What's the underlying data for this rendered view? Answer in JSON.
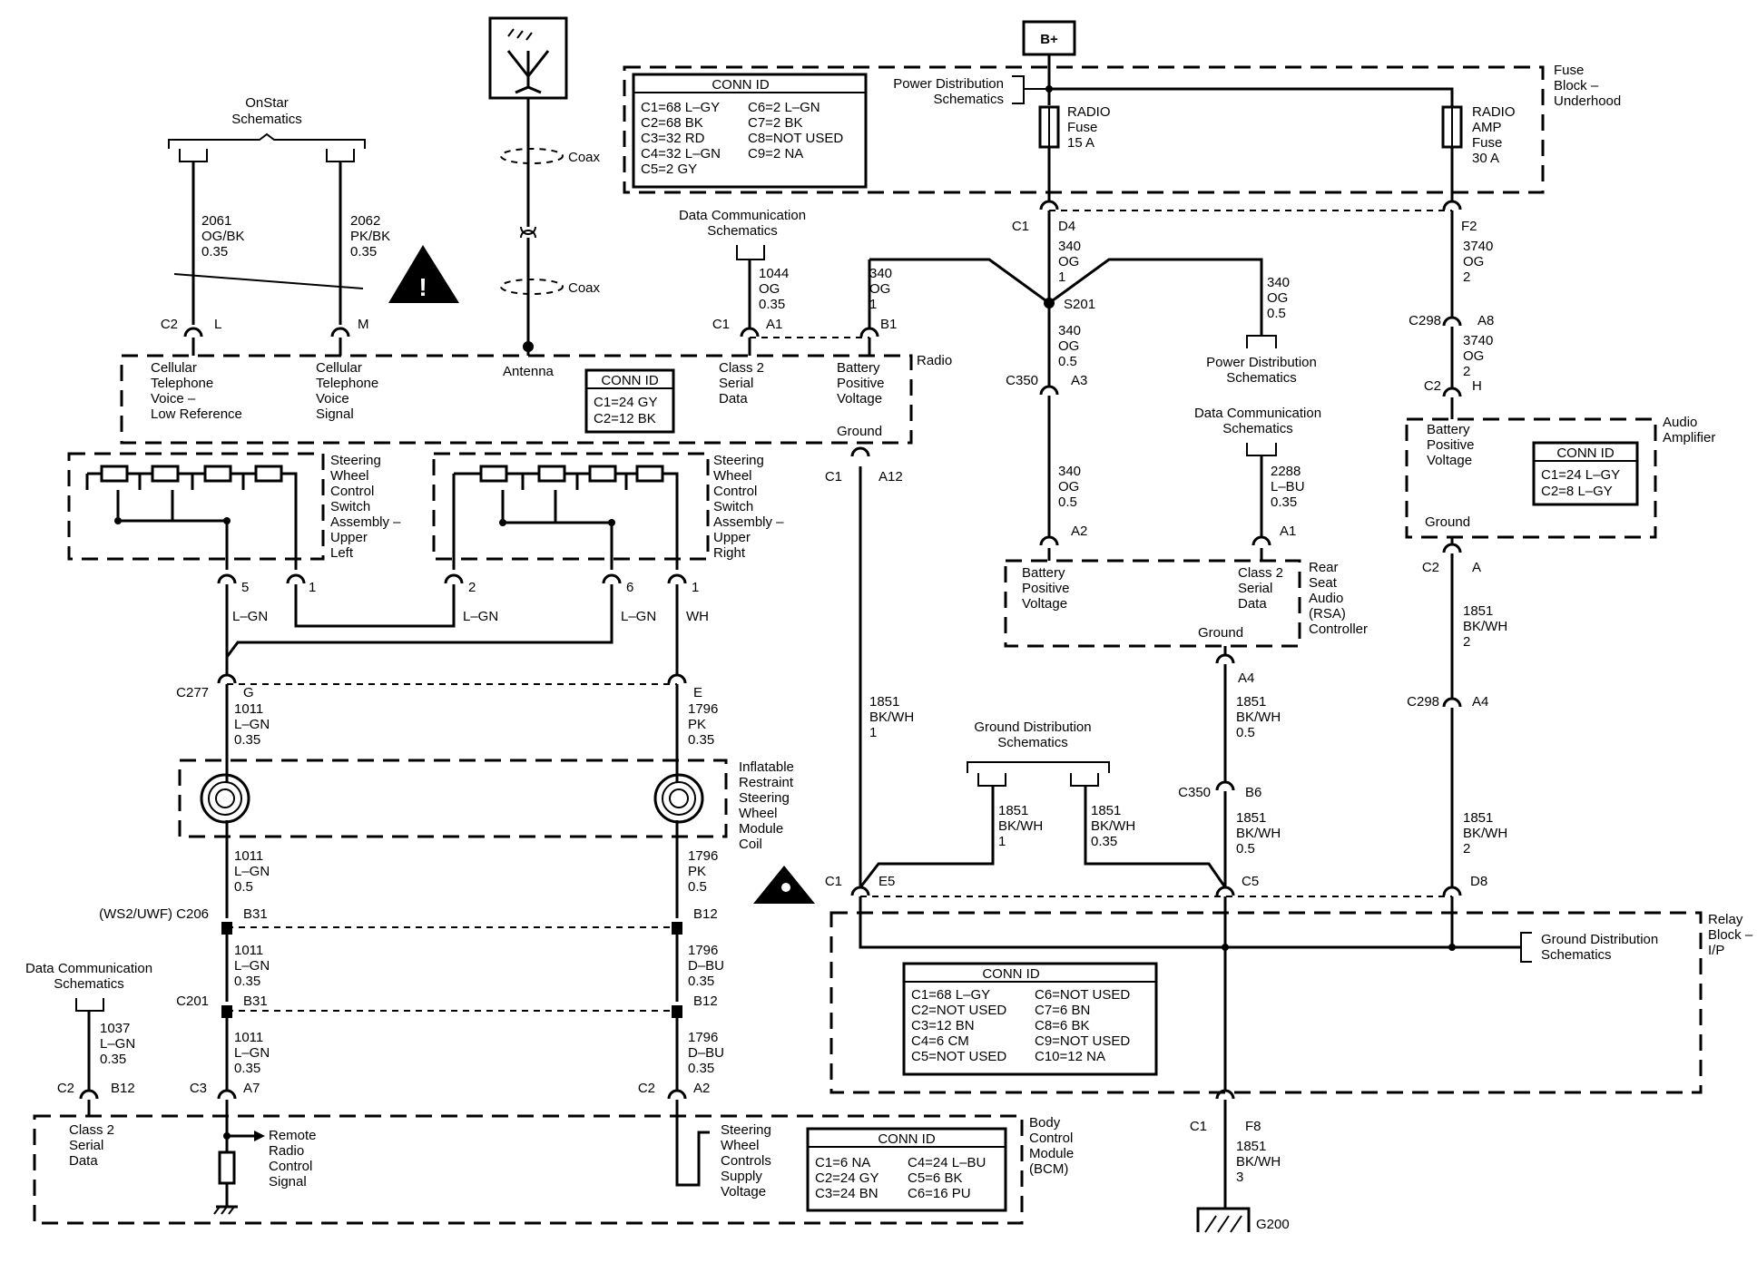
{
  "conn_radio": {
    "title": "CONN ID",
    "lines": [
      "C1=24 GY",
      "C2=12 BK"
    ]
  },
  "conn_fuse": {
    "title": "CONN ID",
    "col1": [
      "C1=68 L–GY",
      "C2=68 BK",
      "C3=32 RD",
      "C4=32 L–GN",
      "C5=2 GY"
    ],
    "col2": [
      "C6=2 L–GN",
      "C7=2 BK",
      "C8=NOT USED",
      "C9=2 NA"
    ]
  },
  "conn_amp": {
    "title": "CONN ID",
    "lines": [
      "C1=24 L–GY",
      "C2=8 L–GY"
    ]
  },
  "conn_relay": {
    "title": "CONN ID",
    "col1": [
      "C1=68 L–GY",
      "C2=NOT USED",
      "C3=12 BN",
      "C4=6 CM",
      "C5=NOT USED"
    ],
    "col2": [
      "C6=NOT USED",
      "C7=6 BN",
      "C8=6 BK",
      "C9=NOT USED",
      "C10=12 NA"
    ]
  },
  "conn_bcm": {
    "title": "CONN ID",
    "col1": [
      "C1=6 NA",
      "C2=24 GY",
      "C3=24 BN"
    ],
    "col2": [
      "C4=24 L–BU",
      "C5=6 BK",
      "C6=16 PU"
    ]
  },
  "refs": {
    "onstar": [
      "OnStar",
      "Schematics"
    ],
    "power_dist": [
      "Power Distribution",
      "Schematics"
    ],
    "data_comm": [
      "Data Communication",
      "Schematics"
    ],
    "ground_dist": [
      "Ground Distribution",
      "Schematics"
    ]
  },
  "components": {
    "bplus": "B+",
    "fuse_block": [
      "Fuse",
      "Block –",
      "Underhood"
    ],
    "radio_fuse": [
      "RADIO",
      "Fuse",
      "15 A"
    ],
    "radio_amp_fuse": [
      "RADIO",
      "AMP",
      "Fuse",
      "30 A"
    ],
    "radio": "Radio",
    "audio_amp": [
      "Audio",
      "Amplifier"
    ],
    "swc_left": [
      "Steering",
      "Wheel",
      "Control",
      "Switch",
      "Assembly –",
      "Upper",
      "Left"
    ],
    "swc_right": [
      "Steering",
      "Wheel",
      "Control",
      "Switch",
      "Assembly –",
      "Upper",
      "Right"
    ],
    "rsa": [
      "Rear",
      "Seat",
      "Audio",
      "(RSA)",
      "Controller"
    ],
    "coil": [
      "Inflatable",
      "Restraint",
      "Steering",
      "Wheel",
      "Module",
      "Coil"
    ],
    "relay_block": [
      "Relay",
      "Block –",
      "I/P"
    ],
    "bcm": [
      "Body",
      "Control",
      "Module",
      "(BCM)"
    ],
    "g200": "G200",
    "s201": "S201",
    "coax": "Coax"
  },
  "pins": {
    "cell_ref": [
      "Cellular",
      "Telephone",
      "Voice –",
      "Low Reference"
    ],
    "cell_sig": [
      "Cellular",
      "Telephone",
      "Voice",
      "Signal"
    ],
    "antenna": "Antenna",
    "class2": [
      "Class 2",
      "Serial",
      "Data"
    ],
    "batt_pos": [
      "Battery",
      "Positive",
      "Voltage"
    ],
    "ground": "Ground",
    "remote": [
      "Remote",
      "Radio",
      "Control",
      "Signal"
    ],
    "swc_supply": [
      "Steering",
      "Wheel",
      "Controls",
      "Supply",
      "Voltage"
    ]
  },
  "wires": {
    "w2061": [
      "2061",
      "OG/BK",
      "0.35"
    ],
    "w2062": [
      "2062",
      "PK/BK",
      "0.35"
    ],
    "w1044": [
      "1044",
      "OG",
      "0.35"
    ],
    "w340a": [
      "340",
      "OG",
      "1"
    ],
    "w340b": [
      "340",
      "OG",
      "1"
    ],
    "w340c": [
      "340",
      "OG",
      "0.5"
    ],
    "w340d": [
      "340",
      "OG",
      "0.5"
    ],
    "w340e": [
      "340",
      "OG",
      "0.5"
    ],
    "w3740a": [
      "3740",
      "OG",
      "2"
    ],
    "w3740b": [
      "3740",
      "OG",
      "2"
    ],
    "w2288": [
      "2288",
      "L–BU",
      "0.35"
    ],
    "w1851a": [
      "1851",
      "BK/WH",
      "1"
    ],
    "w1851b": [
      "1851",
      "BK/WH",
      "2"
    ],
    "w1851c": [
      "1851",
      "BK/WH",
      "0.5"
    ],
    "w1851d": [
      "1851",
      "BK/WH",
      "1"
    ],
    "w1851e": [
      "1851",
      "BK/WH",
      "0.35"
    ],
    "w1851f": [
      "1851",
      "BK/WH",
      "0.5"
    ],
    "w1851g": [
      "1851",
      "BK/WH",
      "2"
    ],
    "w1851h": [
      "1851",
      "BK/WH",
      "3"
    ],
    "w1011a": [
      "1011",
      "L–GN",
      "0.35"
    ],
    "w1011b": [
      "1011",
      "L–GN",
      "0.5"
    ],
    "w1011c": [
      "1011",
      "L–GN",
      "0.35"
    ],
    "w1011d": [
      "1011",
      "L–GN",
      "0.35"
    ],
    "w1796a": [
      "1796",
      "PK",
      "0.35"
    ],
    "w1796b": [
      "1796",
      "PK",
      "0.5"
    ],
    "w1796c": [
      "1796",
      "D–BU",
      "0.35"
    ],
    "w1796d": [
      "1796",
      "D–BU",
      "0.35"
    ],
    "w1037": [
      "1037",
      "L–GN",
      "0.35"
    ],
    "lgn": "L–GN",
    "wh": "WH"
  },
  "connectors": {
    "c2": "C2",
    "c1": "C1",
    "c3": "C3",
    "pin_l": "L",
    "pin_m": "M",
    "a1": "A1",
    "b1": "B1",
    "d4": "D4",
    "f2": "F2",
    "c298": "C298",
    "a8": "A8",
    "h": "H",
    "c350": "C350",
    "a3": "A3",
    "a2": "A2",
    "a12": "A12",
    "a": "A",
    "a4": "A4",
    "b6": "B6",
    "e5": "E5",
    "c5": "C5",
    "d8": "D8",
    "f8": "F8",
    "c277": "C277",
    "g": "G",
    "e": "E",
    "c206": "(WS2/UWF) C206",
    "b31": "B31",
    "b12": "B12",
    "c201": "C201",
    "a7": "A7",
    "p5": "5",
    "p1": "1",
    "p2": "2",
    "p6": "6"
  }
}
